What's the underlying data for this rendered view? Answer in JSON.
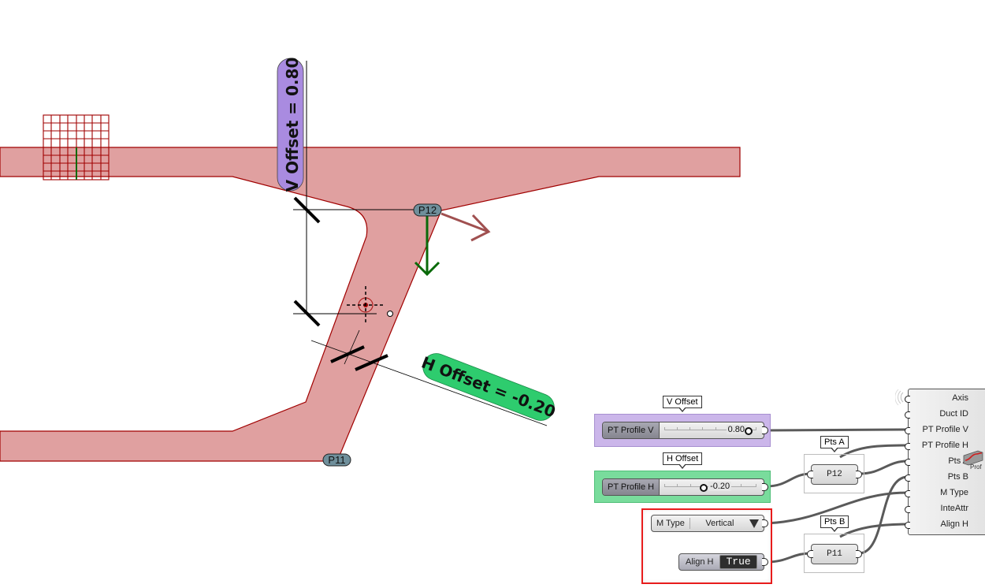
{
  "viewport": {
    "labels": {
      "v_offset": "V Offset = 0.80",
      "h_offset": "H Offset = -0.20",
      "p12": "P12",
      "p11": "P11"
    },
    "colors": {
      "duct_fill": "#e0a0a0",
      "duct_edge": "#a00000",
      "v_label_bg": "#a98be0",
      "h_label_bg": "#2ecc6e",
      "point_tag_bg": "#6f8f9b",
      "green_arrow": "#0a6a0a",
      "red_arrow": "#a05050",
      "grid": "#a00000"
    }
  },
  "canvas": {
    "groups": {
      "v_offset": {
        "callout": "V Offset",
        "color": "#cbb6ea"
      },
      "h_offset": {
        "callout": "H Offset",
        "color": "#79dc9c"
      },
      "pts_a": {
        "callout": "Pts A"
      },
      "pts_b": {
        "callout": "Pts B"
      }
    },
    "sliders": [
      {
        "name": "PT Profile V",
        "value": "0.80",
        "fraction": 0.9
      },
      {
        "name": "PT Profile H",
        "value": "-0.20",
        "fraction": 0.4
      }
    ],
    "value_list": {
      "name": "M Type",
      "value": "Vertical"
    },
    "toggle": {
      "name": "Align H",
      "value": "True"
    },
    "params": [
      {
        "label": "P12"
      },
      {
        "label": "P11"
      }
    ],
    "component": {
      "inputs": [
        "Axis",
        "Duct ID",
        "PT Profile V",
        "PT Profile H",
        "Pts A",
        "Pts B",
        "M Type",
        "InteAttr",
        "Align H"
      ],
      "icon_label": "Prof"
    },
    "selection_color": "#e81c1c"
  }
}
